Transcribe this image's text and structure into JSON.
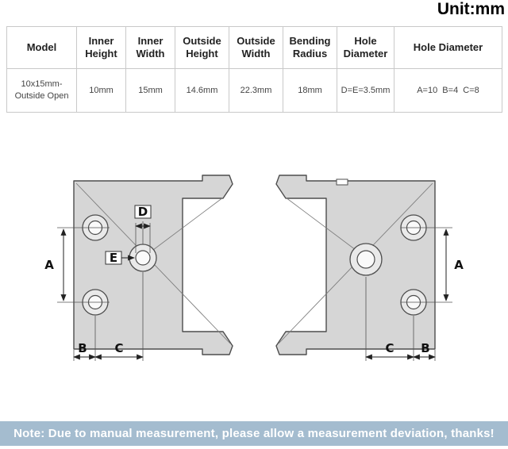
{
  "unit_label": "Unit:mm",
  "table": {
    "headers": [
      "Model",
      "Inner Height",
      "Inner Width",
      "Outside Height",
      "Outside Width",
      "Bending Radius",
      "Hole Diameter",
      "Hole Diameter"
    ],
    "row": [
      "10x15mm-Outside Open",
      "10mm",
      "15mm",
      "14.6mm",
      "22.3mm",
      "18mm",
      "D=E=3.5mm",
      "A=10  B=4  C=8"
    ]
  },
  "diagram": {
    "labels": {
      "a": "A",
      "b": "B",
      "c": "C",
      "d": "D",
      "e": "E"
    }
  },
  "note": "Note: Due to manual measurement, please allow a measurement deviation, thanks!",
  "colors": {
    "note_bg": "#a4bccf",
    "bracket_fill": "#d6d6d6",
    "bracket_stroke": "#4d4d4d",
    "dimension_line": "#222222"
  }
}
